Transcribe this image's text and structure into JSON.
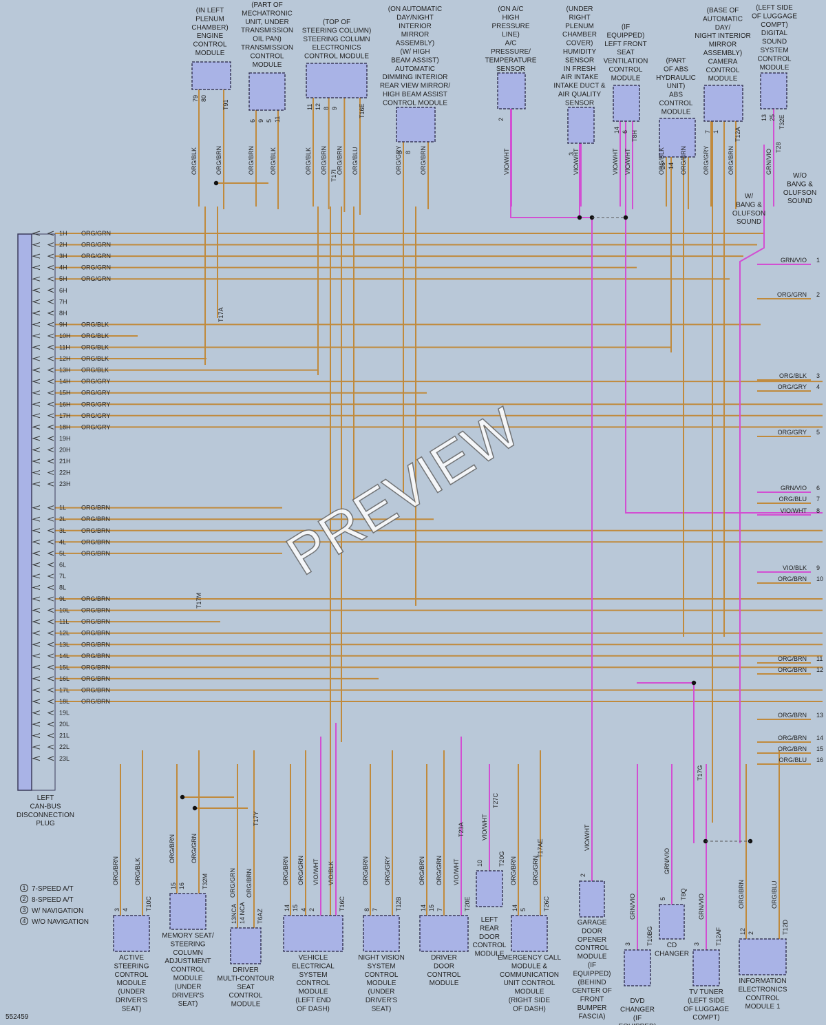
{
  "diagram": {
    "id_label": "552459",
    "watermark": "PREVIEW",
    "colors": {
      "background": "#b9c8d8",
      "org_wire": "#c08a3c",
      "vio_wire": "#d24fd2",
      "gry_wire": "#8a8a8a",
      "module_fill": "#a9b3e6",
      "module_border": "#3a3a5a",
      "plug_fill": "#a9b3e6"
    },
    "plug": {
      "caption": [
        "LEFT",
        "CAN-BUS",
        "DISCONNECTION",
        "PLUG"
      ],
      "pins": [
        {
          "pin": "1H",
          "color": "ORG/GRN"
        },
        {
          "pin": "2H",
          "color": "ORG/GRN"
        },
        {
          "pin": "3H",
          "color": "ORG/GRN"
        },
        {
          "pin": "4H",
          "color": "ORG/GRN"
        },
        {
          "pin": "5H",
          "color": "ORG/GRN"
        },
        {
          "pin": "6H",
          "color": ""
        },
        {
          "pin": "7H",
          "color": ""
        },
        {
          "pin": "8H",
          "color": ""
        },
        {
          "pin": "9H",
          "color": "ORG/BLK"
        },
        {
          "pin": "10H",
          "color": "ORG/BLK"
        },
        {
          "pin": "11H",
          "color": "ORG/BLK"
        },
        {
          "pin": "12H",
          "color": "ORG/BLK"
        },
        {
          "pin": "13H",
          "color": "ORG/BLK"
        },
        {
          "pin": "14H",
          "color": "ORG/GRY"
        },
        {
          "pin": "15H",
          "color": "ORG/GRY"
        },
        {
          "pin": "16H",
          "color": "ORG/GRY"
        },
        {
          "pin": "17H",
          "color": "ORG/GRY"
        },
        {
          "pin": "18H",
          "color": "ORG/GRY"
        },
        {
          "pin": "19H",
          "color": ""
        },
        {
          "pin": "20H",
          "color": ""
        },
        {
          "pin": "21H",
          "color": ""
        },
        {
          "pin": "22H",
          "color": ""
        },
        {
          "pin": "23H",
          "color": ""
        },
        {
          "pin": "1L",
          "color": "ORG/BRN"
        },
        {
          "pin": "2L",
          "color": "ORG/BRN"
        },
        {
          "pin": "3L",
          "color": "ORG/BRN"
        },
        {
          "pin": "4L",
          "color": "ORG/BRN"
        },
        {
          "pin": "5L",
          "color": "ORG/BRN"
        },
        {
          "pin": "6L",
          "color": ""
        },
        {
          "pin": "7L",
          "color": ""
        },
        {
          "pin": "8L",
          "color": ""
        },
        {
          "pin": "9L",
          "color": "ORG/BRN"
        },
        {
          "pin": "10L",
          "color": "ORG/BRN"
        },
        {
          "pin": "11L",
          "color": "ORG/BRN"
        },
        {
          "pin": "12L",
          "color": "ORG/BRN"
        },
        {
          "pin": "13L",
          "color": "ORG/BRN"
        },
        {
          "pin": "14L",
          "color": "ORG/BRN"
        },
        {
          "pin": "15L",
          "color": "ORG/BRN"
        },
        {
          "pin": "16L",
          "color": "ORG/BRN"
        },
        {
          "pin": "17L",
          "color": "ORG/BRN"
        },
        {
          "pin": "18L",
          "color": "ORG/BRN"
        },
        {
          "pin": "19L",
          "color": ""
        },
        {
          "pin": "20L",
          "color": ""
        },
        {
          "pin": "21L",
          "color": ""
        },
        {
          "pin": "22L",
          "color": ""
        },
        {
          "pin": "23L",
          "color": ""
        }
      ]
    },
    "right_refs": [
      {
        "num": "1",
        "color": "GRN/VIO"
      },
      {
        "num": "2",
        "color": "ORG/GRN"
      },
      {
        "num": "3",
        "color": "ORG/BLK"
      },
      {
        "num": "4",
        "color": "ORG/GRY"
      },
      {
        "num": "5",
        "color": "ORG/GRY"
      },
      {
        "num": "6",
        "color": "GRN/VIO"
      },
      {
        "num": "7",
        "color": "ORG/BLU"
      },
      {
        "num": "8",
        "color": "VIO/WHT"
      },
      {
        "num": "9",
        "color": "VIO/BLK"
      },
      {
        "num": "10",
        "color": "ORG/BRN"
      },
      {
        "num": "11",
        "color": "ORG/BRN"
      },
      {
        "num": "12",
        "color": "ORG/BRN"
      },
      {
        "num": "13",
        "color": "ORG/BRN"
      },
      {
        "num": "14",
        "color": "ORG/BRN"
      },
      {
        "num": "15",
        "color": "ORG/BRN"
      },
      {
        "num": "16",
        "color": "ORG/BLU"
      }
    ],
    "top_modules": [
      {
        "caption": [
          "(IN LEFT",
          "PLENUM",
          "CHAMBER)",
          "ENGINE",
          "CONTROL",
          "MODULE"
        ],
        "pins": [
          "79",
          "80"
        ],
        "colors": [
          "ORG/BLK",
          "ORG/BRN"
        ],
        "conn": "T91"
      },
      {
        "caption": [
          "(PART OF",
          "MECHATRONIC",
          "UNIT, UNDER",
          "TRANSMISSION",
          "OIL PAN)",
          "TRANSMISSION",
          "CONTROL",
          "MODULE"
        ],
        "pins": [
          "6",
          "9",
          "5",
          "11"
        ],
        "colors": [
          "ORG/BRN",
          "ORG/BLK"
        ],
        "conn": ""
      },
      {
        "caption": [
          "(TOP OF",
          "STEERING COLUMN)",
          "STEERING COLUMN",
          "ELECTRONICS",
          "CONTROL MODULE"
        ],
        "pins": [
          "11",
          "12",
          "8",
          "9"
        ],
        "colors": [
          "ORG/BLK",
          "ORG/BRN",
          "ORG/BRN",
          "ORG/BLU"
        ],
        "conn": "T16E"
      },
      {
        "caption": [
          "(ON AUTOMATIC",
          "DAY/NIGHT",
          "INTERIOR",
          "MIRROR",
          "ASSEMBLY)",
          "(W/ HIGH",
          "BEAM ASSIST)",
          "AUTOMATIC",
          "DIMMING INTERIOR",
          "REAR VIEW MIRROR/",
          "HIGH BEAM ASSIST",
          "CONTROL MODULE"
        ],
        "pins": [
          "3",
          "8"
        ],
        "colors": [
          "ORG/GRY",
          "ORG/BRN"
        ],
        "conn": ""
      },
      {
        "caption": [
          "(ON A/C",
          "HIGH",
          "PRESSURE",
          "LINE)",
          "A/C",
          "PRESSURE/",
          "TEMPERATURE",
          "SENSOR"
        ],
        "pins": [
          "2"
        ],
        "colors": [
          "VIO/WHT"
        ],
        "conn": ""
      },
      {
        "caption": [
          "(UNDER",
          "RIGHT",
          "PLENUM",
          "CHAMBER",
          "COVER)",
          "HUMIDITY",
          "SENSOR",
          "IN FRESH",
          "AIR INTAKE",
          "INTAKE DUCT &",
          "AIR QUALITY",
          "SENSOR"
        ],
        "pins": [
          "3"
        ],
        "colors": [
          "VIO/WHT"
        ],
        "conn": ""
      },
      {
        "caption": [
          "(IF",
          "EQUIPPED)",
          "LEFT FRONT",
          "SEAT",
          "VENTILATION",
          "CONTROL",
          "MODULE"
        ],
        "pins": [
          "14",
          "6"
        ],
        "colors": [
          "VIO/WHT",
          "VIO/WHT"
        ],
        "conn": "T8H"
      },
      {
        "caption": [
          "(PART",
          "OF ABS",
          "HYDRAULIC",
          "UNIT)",
          "ABS",
          "CONTROL",
          "MODULE"
        ],
        "pins": [
          "26",
          "14"
        ],
        "colors": [
          "ORG/BLK",
          "ORG/BRN"
        ],
        "conn": ""
      },
      {
        "caption": [
          "(BASE OF",
          "AUTOMATIC",
          "DAY/",
          "NIGHT INTERIOR",
          "MIRROR",
          "ASSEMBLY)",
          "CAMERA",
          "CONTROL",
          "MODULE"
        ],
        "pins": [
          "7",
          "1"
        ],
        "colors": [
          "ORG/GRY",
          "ORG/BRN"
        ],
        "conn": "T12A"
      },
      {
        "caption": [
          "(LEFT SIDE",
          "OF LUGGAGE",
          "COMPT)",
          "DIGITAL",
          "SOUND",
          "SYSTEM",
          "CONTROL",
          "MODULE"
        ],
        "pins": [
          "13",
          "25"
        ],
        "colors": [
          "GRN/VIO"
        ],
        "conn": "T32E"
      }
    ],
    "bottom_modules": [
      {
        "caption": [
          "ACTIVE",
          "STEERING",
          "CONTROL",
          "MODULE",
          "(UNDER",
          "DRIVER'S",
          "SEAT)"
        ],
        "pins": [
          "3",
          "4"
        ],
        "colors": [
          "ORG/BRN",
          "ORG/BLK"
        ],
        "conn": "T10C"
      },
      {
        "caption": [
          "MEMORY SEAT/",
          "STEERING",
          "COLUMN",
          "ADJUSTMENT",
          "CONTROL",
          "MODULE",
          "(UNDER",
          "DRIVER'S",
          "SEAT)"
        ],
        "pins": [
          "15",
          "16"
        ],
        "colors": [
          "ORG/BRN",
          "ORG/GRN"
        ],
        "conn": "T32M"
      },
      {
        "caption": [
          "DRIVER",
          "MULTI-CONTOUR",
          "SEAT",
          "CONTROL",
          "MODULE"
        ],
        "pins": [
          "13NCA",
          "14 NCA"
        ],
        "colors": [
          "ORG/GRN",
          "ORG/BRN"
        ],
        "conn": "T6AZ"
      },
      {
        "caption": [
          "VEHICLE",
          "ELECTRICAL",
          "SYSTEM",
          "CONTROL",
          "MODULE",
          "(LEFT END",
          "OF DASH)"
        ],
        "pins": [
          "14",
          "15",
          "4",
          "2"
        ],
        "colors": [
          "ORG/BRN",
          "ORG/GRN",
          "VIO/WHT",
          "VIO/BLK"
        ],
        "conn": "T16C"
      },
      {
        "caption": [
          "NIGHT VISION",
          "SYSTEM",
          "CONTROL",
          "MODULE",
          "(UNDER",
          "DRIVER'S",
          "SEAT)"
        ],
        "pins": [
          "8",
          "7"
        ],
        "colors": [
          "ORG/BRN",
          "ORG/GRY"
        ],
        "conn": "T12B"
      },
      {
        "caption": [
          "DRIVER",
          "DOOR",
          "CONTROL",
          "MODULE"
        ],
        "pins": [
          "14",
          "15",
          "7"
        ],
        "colors": [
          "ORG/BRN",
          "ORG/GRN",
          "VIO/WHT"
        ],
        "conn": "T20E"
      },
      {
        "caption": [
          "LEFT",
          "REAR",
          "DOOR",
          "CONTROL",
          "MODULE"
        ],
        "pins": [
          "10"
        ],
        "colors": [
          "VIO/WHT"
        ],
        "conn": "T20G"
      },
      {
        "caption": [
          "EMERGENCY CALL",
          "MODULE &",
          "COMMUNICATION",
          "UNIT CONTROL",
          "MODULE",
          "(RIGHT SIDE",
          "OF DASH)"
        ],
        "pins": [
          "14",
          "5"
        ],
        "colors": [
          "ORG/BRN",
          "ORG/GRN"
        ],
        "conn": "T26C"
      },
      {
        "caption": [
          "GARAGE",
          "DOOR",
          "OPENER",
          "CONTROL",
          "MODULE",
          "(IF",
          "EQUIPPED)",
          "(BEHIND",
          "CENTER OF",
          "FRONT",
          "BUMPER",
          "FASCIA)"
        ],
        "pins": [
          "2"
        ],
        "colors": [
          "VIO/WHT"
        ],
        "conn": ""
      },
      {
        "caption": [
          "DVD",
          "CHANGER",
          "(IF",
          "EQUIPPED)"
        ],
        "pins": [
          "3"
        ],
        "colors": [
          "GRN/VIO"
        ],
        "conn": "T10BG"
      },
      {
        "caption": [
          "CD",
          "CHANGER"
        ],
        "pins": [
          "5"
        ],
        "colors": [
          "GRN/VIO"
        ],
        "conn": "T8Q"
      },
      {
        "caption": [
          "TV TUNER",
          "(LEFT SIDE",
          "OF LUGGAGE",
          "COMPT)"
        ],
        "pins": [
          "3"
        ],
        "colors": [
          "GRN/VIO"
        ],
        "conn": "T12AF"
      },
      {
        "caption": [
          "INFORMATION",
          "ELECTRONICS",
          "CONTROL",
          "MODULE 1"
        ],
        "pins": [
          "12",
          "2"
        ],
        "colors": [
          "ORG/BRN",
          "ORG/BLU"
        ],
        "conn": "T12D"
      }
    ],
    "notes": [
      {
        "num": "1",
        "text": "7-SPEED A/T"
      },
      {
        "num": "2",
        "text": "8-SPEED A/T"
      },
      {
        "num": "3",
        "text": "W/ NAVIGATION"
      },
      {
        "num": "4",
        "text": "W/O NAVIGATION"
      }
    ],
    "misc_labels": {
      "bo_sound": [
        "W/",
        "BANG &",
        "OLUFSON",
        "SOUND"
      ],
      "wo_bo_sound": [
        "W/O",
        "BANG &",
        "OLUFSON",
        "SOUND"
      ],
      "t17a": "T17A",
      "t17m": "T17M",
      "t17i": "T17I",
      "t17ae": "T17AE",
      "t17y": "T17Y",
      "t17g": "T17G",
      "t27c": "T27C",
      "t23a": "T23A",
      "t28": "T28"
    }
  }
}
